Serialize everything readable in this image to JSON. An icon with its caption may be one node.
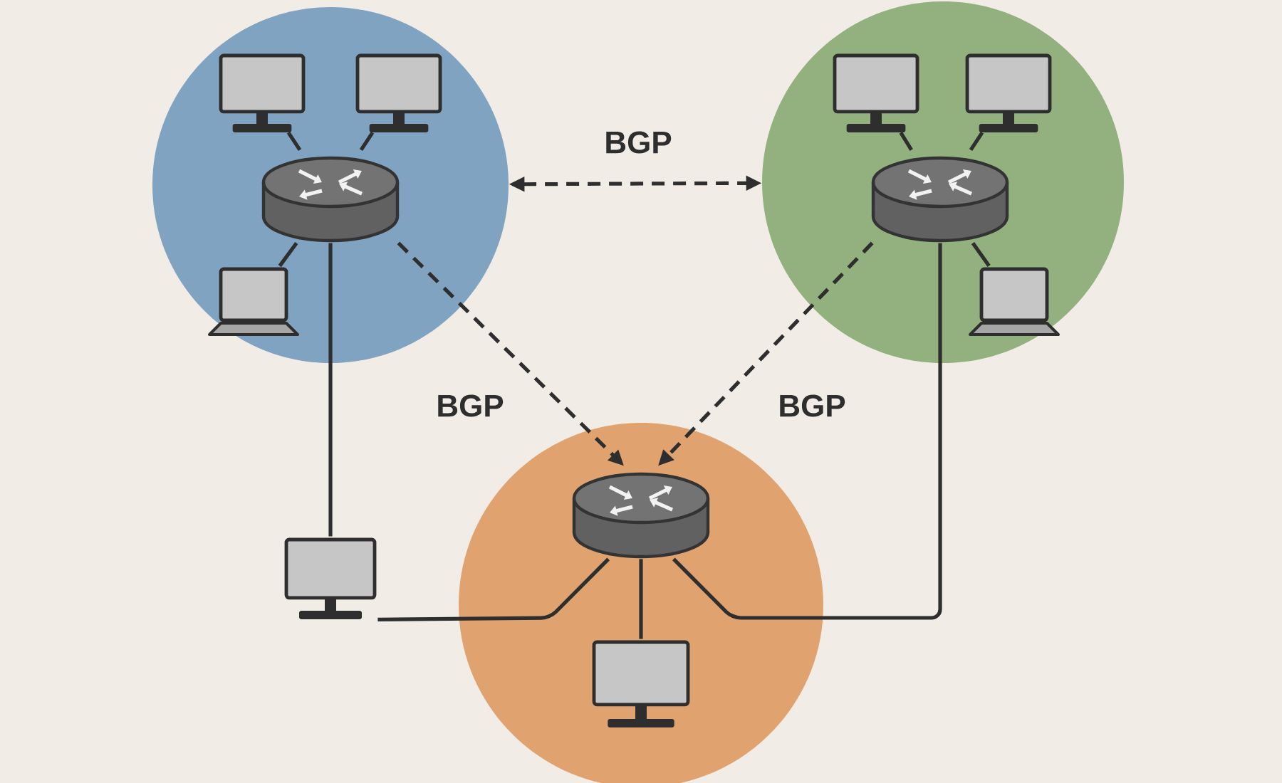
{
  "diagram": {
    "nodes": [
      {
        "text": [],
        "shape": "circle"
      },
      {
        "text": [],
        "shape": "circle"
      },
      {
        "text": [],
        "shape": "circle"
      },
      {
        "text": [],
        "shape": "cylinder",
        "in": 0
      },
      {
        "text": [],
        "shape": "monitor",
        "in": 0
      },
      {
        "text": [],
        "shape": "monitor",
        "in": 0
      },
      {
        "text": [],
        "shape": "laptop",
        "in": 0
      },
      {
        "text": [],
        "shape": "cylinder",
        "in": 1
      },
      {
        "text": [],
        "shape": "monitor",
        "in": 1
      },
      {
        "text": [],
        "shape": "monitor",
        "in": 1
      },
      {
        "text": [],
        "shape": "laptop",
        "in": 1
      },
      {
        "text": [],
        "shape": "cylinder",
        "in": 2
      },
      {
        "text": [],
        "shape": "monitor",
        "in": 2
      },
      {
        "text": [],
        "shape": "monitor"
      }
    ],
    "edges": [
      {
        "from": 3,
        "to": 4,
        "arrow": "none"
      },
      {
        "from": 3,
        "to": 5,
        "arrow": "none"
      },
      {
        "from": 3,
        "to": 6,
        "arrow": "none"
      },
      {
        "from": 7,
        "to": 8,
        "arrow": "none"
      },
      {
        "from": 7,
        "to": 9,
        "arrow": "none"
      },
      {
        "from": 7,
        "to": 10,
        "arrow": "none"
      },
      {
        "from": 0,
        "to": 1,
        "arrow": "both",
        "style": "dashed",
        "label": "BGP"
      },
      {
        "from": 3,
        "to": 11,
        "arrow": "to",
        "style": "dashed",
        "label": "BGP"
      },
      {
        "from": 7,
        "to": 11,
        "arrow": "to",
        "style": "dashed",
        "label": "BGP"
      },
      {
        "from": 11,
        "to": 12,
        "arrow": "none"
      },
      {
        "from": 3,
        "to": 13,
        "arrow": "none"
      },
      {
        "from": 11,
        "to": 13,
        "arrow": "none"
      },
      {
        "from": 7,
        "to": 11,
        "arrow": "none"
      }
    ]
  }
}
